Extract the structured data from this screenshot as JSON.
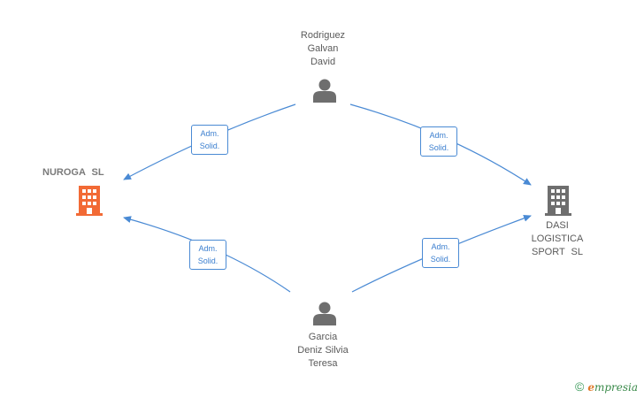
{
  "nodes": {
    "person_top": {
      "name_lines": [
        "Rodriguez",
        "Galvan",
        "David"
      ]
    },
    "person_bottom": {
      "name_lines": [
        "Garcia",
        "Deniz Silvia",
        "Teresa"
      ]
    },
    "company_left": {
      "name_lines": [
        "NUROGA SL"
      ],
      "color": "#f26a35"
    },
    "company_right": {
      "name_lines": [
        "DASI",
        "LOGISTICA",
        "SPORT SL"
      ],
      "color": "#6e6e6e"
    }
  },
  "relations": [
    {
      "line1": "Adm.",
      "line2": "Solid."
    },
    {
      "line1": "Adm.",
      "line2": "Solid."
    },
    {
      "line1": "Adm.",
      "line2": "Solid."
    },
    {
      "line1": "Adm.",
      "line2": "Solid."
    }
  ],
  "colors": {
    "edge": "#4a8ad4",
    "person_icon": "#6e6e6e"
  },
  "watermark": {
    "symbol": "©",
    "brand_initial": "e",
    "brand_rest": "mpresia"
  }
}
